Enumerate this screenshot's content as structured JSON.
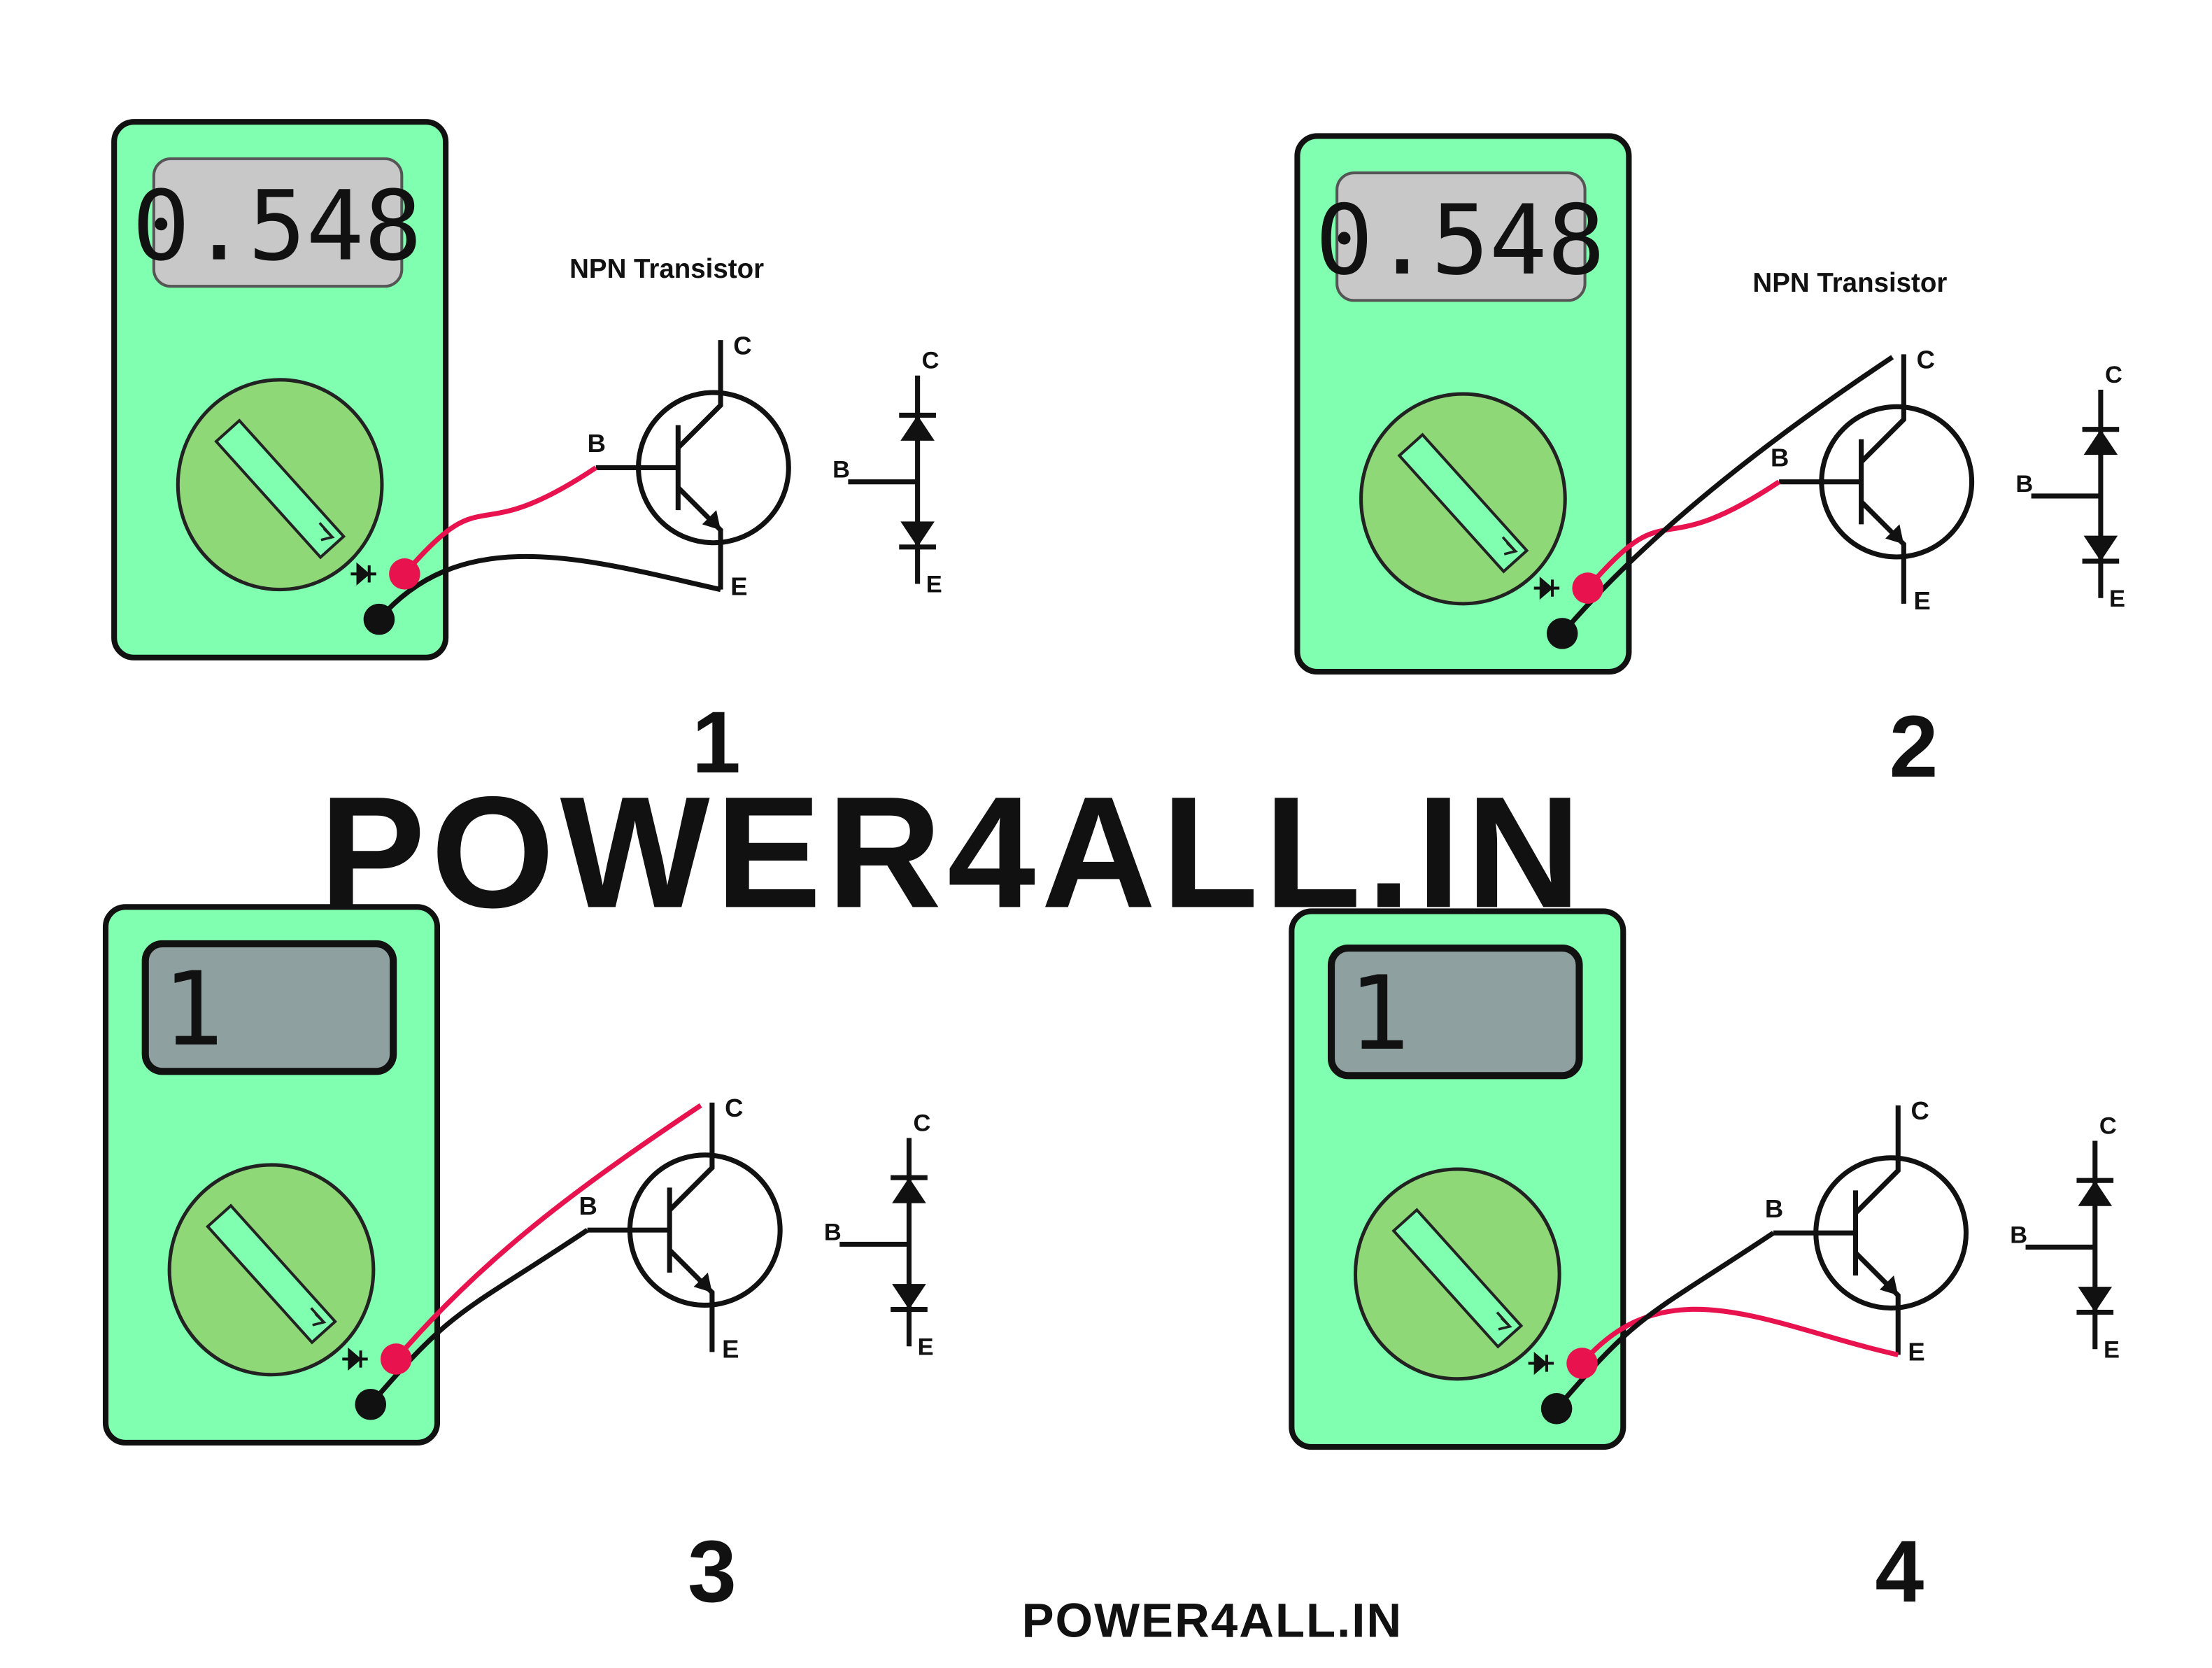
{
  "title": "NPN Transistor",
  "watermark": "POWER4ALL.IN",
  "footer": "POWER4ALL.IN",
  "colors": {
    "meter_body": "#80ffb0",
    "dial": "#8ed878",
    "lcd_on": "#c8c8c8",
    "lcd_off": "#8fa0a0",
    "red_probe": "#e8124f",
    "black_probe": "#111111",
    "watermark": "#fde8dc",
    "footer": "#f58a3a"
  },
  "terminals": {
    "collector": "C",
    "base": "B",
    "emitter": "E"
  },
  "panels": [
    {
      "number": "1",
      "reading": "0.548",
      "show_title": true,
      "red_probe": "B",
      "black_probe": "E",
      "lcd": "on"
    },
    {
      "number": "2",
      "reading": "0.548",
      "show_title": true,
      "red_probe": "B",
      "black_probe": "C",
      "lcd": "on"
    },
    {
      "number": "3",
      "reading": "1",
      "show_title": false,
      "red_probe": "C",
      "black_probe": "B",
      "lcd": "off"
    },
    {
      "number": "4",
      "reading": "1",
      "show_title": false,
      "red_probe": "E",
      "black_probe": "B",
      "lcd": "off"
    }
  ]
}
